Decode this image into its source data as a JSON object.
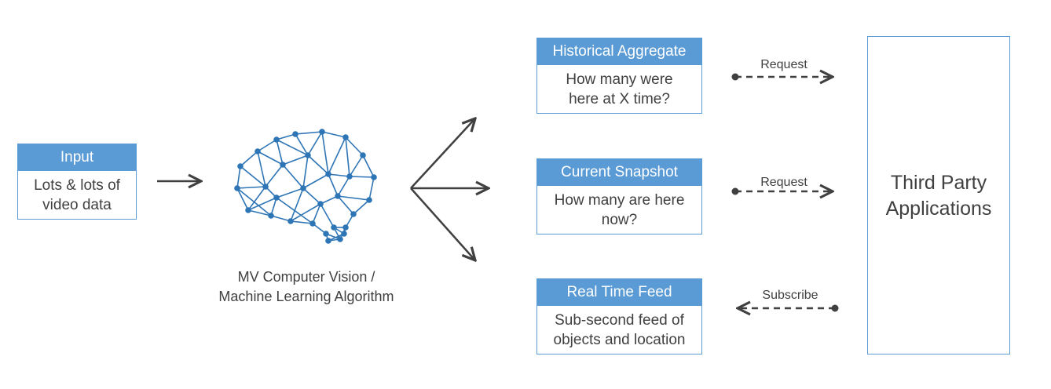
{
  "input": {
    "title": "Input",
    "body": "Lots & lots of\nvideo data"
  },
  "algorithm": {
    "caption": "MV Computer Vision /\nMachine Learning Algorithm"
  },
  "outputs": [
    {
      "title": "Historical Aggregate",
      "body": "How many were\nhere at X time?",
      "link_label": "Request"
    },
    {
      "title": "Current Snapshot",
      "body": "How many are here\nnow?",
      "link_label": "Request"
    },
    {
      "title": "Real Time Feed",
      "body": "Sub-second feed of\nobjects and location",
      "link_label": "Subscribe"
    }
  ],
  "third_party": {
    "label": "Third Party\nApplications"
  },
  "colors": {
    "accent": "#5b9bd5",
    "brain": "#2e75b6",
    "arrow": "#404040"
  }
}
